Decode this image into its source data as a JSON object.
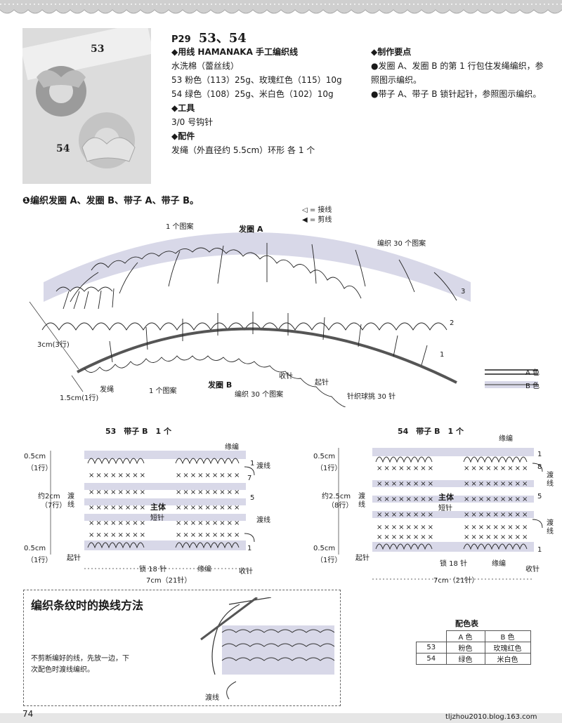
{
  "header": {
    "page_ref": "P29",
    "pattern_numbers": "53、54",
    "yarn_heading": "◆用线 HAMANAKA 手工编织线",
    "yarn_name": "水洗棉（蕾丝线）",
    "yarn_53": "53 粉色（113）25g、玫瑰红色（115）10g",
    "yarn_54": "54 绿色（108）25g、米白色（102）10g",
    "tool_heading": "◆工具",
    "tool_value": "3/0 号钩针",
    "accessory_heading": "◆配件",
    "accessory_value": "发绳（外直径约 5.5cm）环形 各 1 个",
    "method_heading": "◆制作要点",
    "method_1": "●发圈 A、发圈 B 的第 1 行包住发绳编织，参照图示编织。",
    "method_2": "●带子 A、带子 B 锁针起针，参照图示编织。"
  },
  "photo": {
    "tag_53": "53",
    "tag_54": "54"
  },
  "section1": {
    "title": "❶编织发圈 A、发圈 B、带子 A、带子 B。",
    "legend_join": "◁ = 接线",
    "legend_cut": "◀ = 剪线",
    "pattern1": "1 个图案",
    "ring_a": "发圈 A",
    "ring_a_repeat": "编织 30 个图案",
    "row3": "3",
    "row2": "2",
    "row1": "1",
    "height_3cm": "3cm(3行)",
    "height_15cm": "1.5cm(1行)",
    "hair_band": "发绳",
    "pattern1_b": "1 个图案",
    "ring_b": "发圈 B",
    "ring_b_repeat": "编织 30 个图案",
    "finish": "收针",
    "start": "起针",
    "bobble": "针织球挑 30 针",
    "color_a": "A 色",
    "color_b": "B 色"
  },
  "strap53": {
    "title": "53　带子 B　1 个",
    "edge": "缘编",
    "carry": "渡线",
    "top_h": "0.5cm",
    "top_r": "（1行）",
    "mid_h": "约2cm",
    "mid_r": "（7行）",
    "bot_h": "0.5cm",
    "bot_r": "（1行）",
    "side_carry": "渡线",
    "body": "主体",
    "body_sub": "短针",
    "row1": "1",
    "row5": "5",
    "row7": "7",
    "row1b": "1",
    "start": "起针",
    "chain": "锁 18 针",
    "edge_bottom": "缘编",
    "finish": "收针",
    "width": "7cm（21针）",
    "carry_right": "渡线"
  },
  "strap54": {
    "title": "54　带子 B　1 个",
    "edge": "缘编",
    "carry": "渡线",
    "top_h": "0.5cm",
    "top_r": "（1行）",
    "mid_h": "约2.5cm",
    "mid_r": "（8行）",
    "bot_h": "0.5cm",
    "bot_r": "（1行）",
    "side_carry": "渡线",
    "body": "主体",
    "body_sub": "短针",
    "row1": "1",
    "row5": "5",
    "row8": "8",
    "row1b": "1",
    "start": "起针",
    "chain": "锁 18 针",
    "edge_bottom": "缘编",
    "finish": "收针",
    "width": "7cm（21针）",
    "carry_right": "渡线"
  },
  "tip": {
    "title": "编织条纹时的换线方法",
    "text1": "不剪断编好的线，先放一边，下",
    "text2": "次配色时渡线编织。",
    "carry_label": "渡线"
  },
  "color_table": {
    "title": "配色表",
    "header": [
      "",
      "A 色",
      "B 色"
    ],
    "rows": [
      [
        "53",
        "粉色",
        "玫瑰红色"
      ],
      [
        "54",
        "绿色",
        "米白色"
      ]
    ]
  },
  "footer": {
    "page_number": "74",
    "watermark": "tljzhou2010.blog.163.com"
  }
}
